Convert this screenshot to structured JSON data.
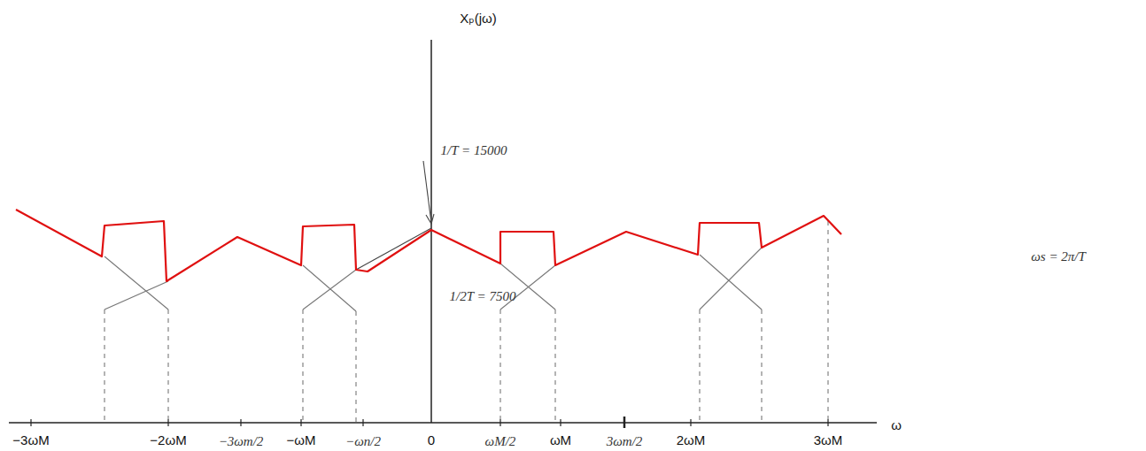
{
  "diagram": {
    "labels": [
      "Xₚ(jω)",
      "ω",
      "−3ωM",
      "−2ωM",
      "−3ωm/2",
      "−ωM",
      "−ωn/2",
      "0",
      "ωM/2",
      "ωM",
      "3ωm/2",
      "2ωM",
      "3ωM",
      "1/T = 15000",
      "1/2T = 7500",
      "ωs = 2π/T"
    ]
  }
}
